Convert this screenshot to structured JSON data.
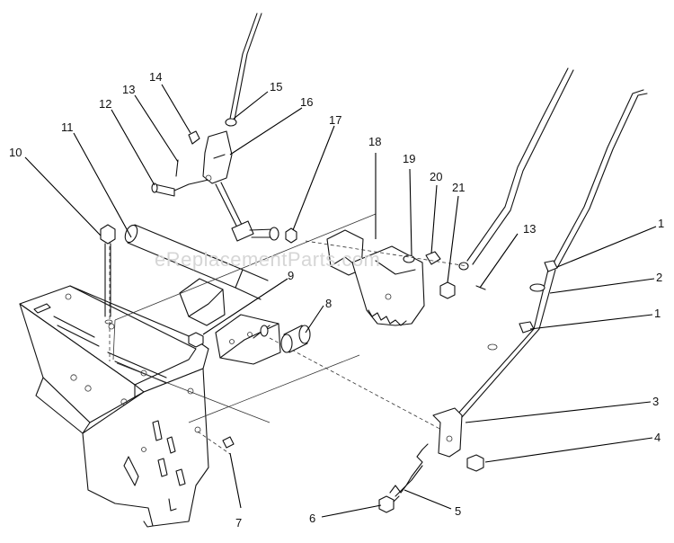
{
  "watermark": "eReplacementParts.com",
  "callouts": [
    {
      "id": "c1a",
      "label": "1"
    },
    {
      "id": "c2",
      "label": "2"
    },
    {
      "id": "c1b",
      "label": "1"
    },
    {
      "id": "c3",
      "label": "3"
    },
    {
      "id": "c4",
      "label": "4"
    },
    {
      "id": "c5",
      "label": "5"
    },
    {
      "id": "c6",
      "label": "6"
    },
    {
      "id": "c7",
      "label": "7"
    },
    {
      "id": "c8",
      "label": "8"
    },
    {
      "id": "c9",
      "label": "9"
    },
    {
      "id": "c10",
      "label": "10"
    },
    {
      "id": "c11",
      "label": "11"
    },
    {
      "id": "c12",
      "label": "12"
    },
    {
      "id": "c13a",
      "label": "13"
    },
    {
      "id": "c13b",
      "label": "13"
    },
    {
      "id": "c14",
      "label": "14"
    },
    {
      "id": "c15",
      "label": "15"
    },
    {
      "id": "c16",
      "label": "16"
    },
    {
      "id": "c17",
      "label": "17"
    },
    {
      "id": "c18",
      "label": "18"
    },
    {
      "id": "c19",
      "label": "19"
    },
    {
      "id": "c20",
      "label": "20"
    },
    {
      "id": "c21",
      "label": "21"
    }
  ]
}
